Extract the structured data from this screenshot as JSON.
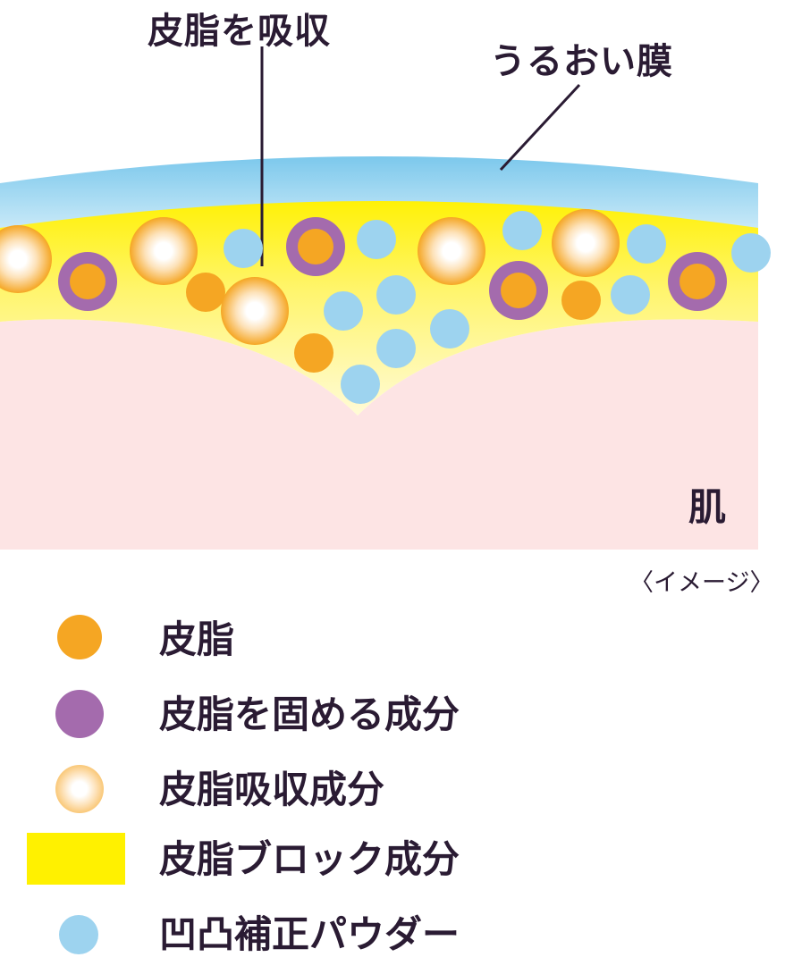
{
  "diagram": {
    "label_absorb": "皮脂を吸収",
    "label_film": "うるおい膜",
    "label_skin": "肌",
    "label_image": "〈イメージ〉",
    "colors": {
      "film": "#8cd0ef",
      "block": "#fff100",
      "block_light": "#fff8b0",
      "skin": "#fde4e4",
      "sebum": "#f5a623",
      "harden": "#a46bad",
      "powder": "#9dd3ef"
    }
  },
  "legend": [
    {
      "label": "皮脂",
      "icon": "sebum-dot-icon"
    },
    {
      "label": "皮脂を固める成分",
      "icon": "sebum-hardening-dot-icon"
    },
    {
      "label": "皮脂吸収成分",
      "icon": "sebum-absorbing-dot-icon"
    },
    {
      "label": "皮脂ブロック成分",
      "icon": "sebum-block-rect-icon"
    },
    {
      "label": "凹凸補正パウダー",
      "icon": "unevenness-correction-powder-dot-icon"
    }
  ]
}
